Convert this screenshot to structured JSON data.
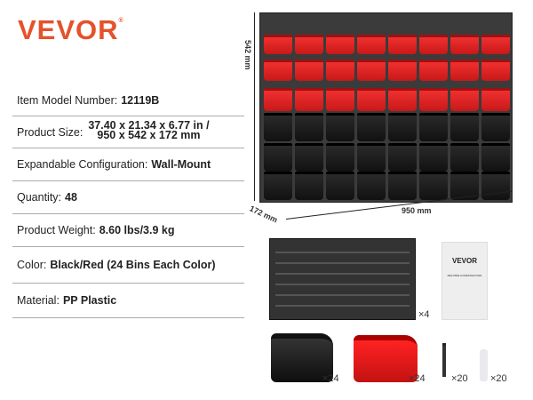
{
  "brand": {
    "logo": "VEVOR",
    "mark": "®"
  },
  "specs": [
    {
      "label": "Item Model Number:",
      "value": "12119B"
    },
    {
      "label": "Product Size:",
      "value_line1": "37.40 x 21.34 x 6.77 in /",
      "value_line2": "950 x 542 x 172 mm"
    },
    {
      "label": "Expandable Configuration:",
      "value": "Wall-Mount"
    },
    {
      "label": "Quantity:",
      "value": "48"
    },
    {
      "label": "Product Weight:",
      "value": "8.60 lbs/3.9 kg"
    },
    {
      "label": "Color:",
      "value": "Black/Red (24 Bins Each Color)"
    },
    {
      "label": "Material:",
      "value": "PP Plastic"
    }
  ],
  "dimensions": {
    "height": "542 mm",
    "width": "950 mm",
    "depth": "172 mm"
  },
  "accessories": {
    "panel_qty": "×4",
    "black_bin_qty": "×24",
    "red_bin_qty": "×24",
    "screw_qty": "×20",
    "anchor_qty": "×20"
  },
  "manual": {
    "brand": "VEVOR",
    "title": "PEX PIPE CONSTRUCTION"
  }
}
